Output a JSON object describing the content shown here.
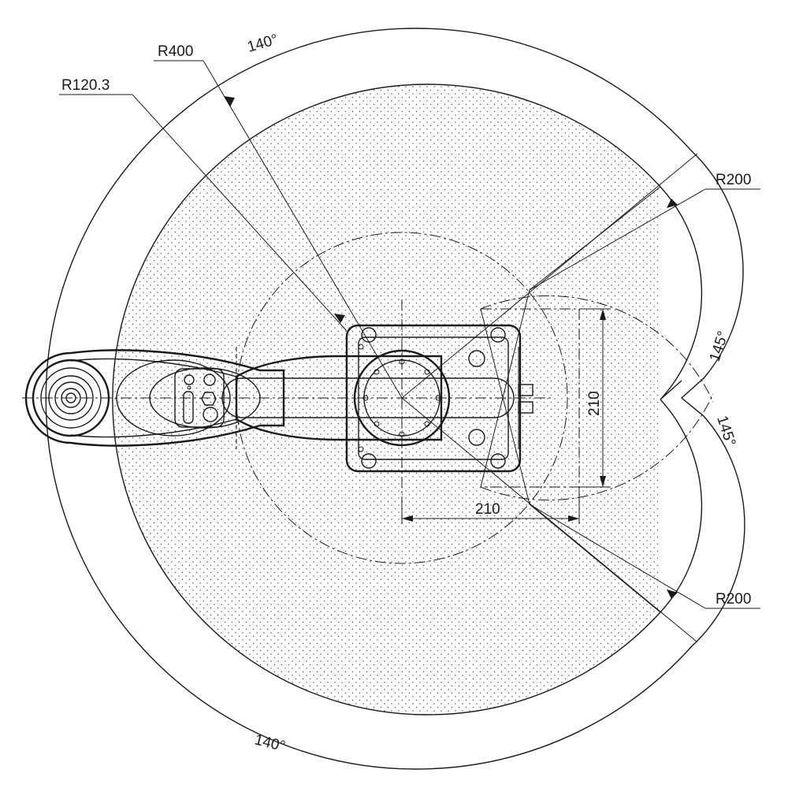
{
  "drawing": {
    "radius_labels": {
      "outer": "R400",
      "inner": "R120.3",
      "upper_arc": "R200",
      "lower_arc": "R200"
    },
    "angle_labels": {
      "top": "140°",
      "bottom": "140°",
      "right_upper": "145°",
      "right_lower": "145°"
    },
    "dimension_labels": {
      "horizontal": "210",
      "vertical": "210"
    }
  },
  "colors": {
    "line": "#1a1a1a",
    "dot_fill": "#555555",
    "background": "#ffffff"
  }
}
